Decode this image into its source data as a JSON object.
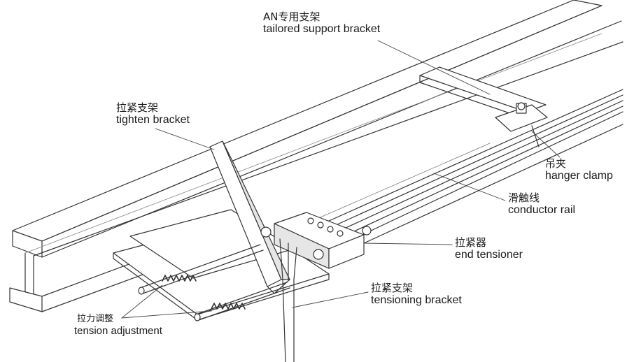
{
  "labels": {
    "support_bracket": {
      "zh": "AN专用支架",
      "en": "tailored support bracket"
    },
    "tighten_bracket": {
      "zh": "拉紧支架",
      "en": "tighten bracket"
    },
    "hanger_clamp": {
      "zh": "吊夹",
      "en": "hanger clamp"
    },
    "conductor_rail": {
      "zh": "滑触线",
      "en": "conductor rail"
    },
    "end_tensioner": {
      "zh": "拉紧器",
      "en": "end tensioner"
    },
    "tensioning_bracket": {
      "zh": "拉紧支架",
      "en": "tensioning bracket"
    },
    "tension_adjustment": {
      "zh": "拉力调整",
      "en": "tension adjustment"
    }
  },
  "colors": {
    "line": "#333333",
    "fill": "#ffffff",
    "shade": "#e6e6e6"
  }
}
